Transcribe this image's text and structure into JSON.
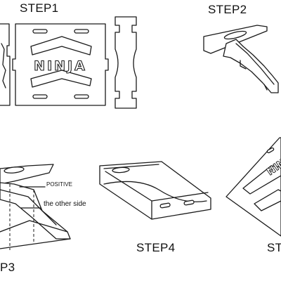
{
  "steps": {
    "step1": "STEP1",
    "step2": "STEP2",
    "step3": "P3",
    "step4": "STEP4",
    "step5": "ST"
  },
  "labels": {
    "positive": "POSITIVE",
    "other_side": "the other side",
    "ninja": "NINJA"
  }
}
